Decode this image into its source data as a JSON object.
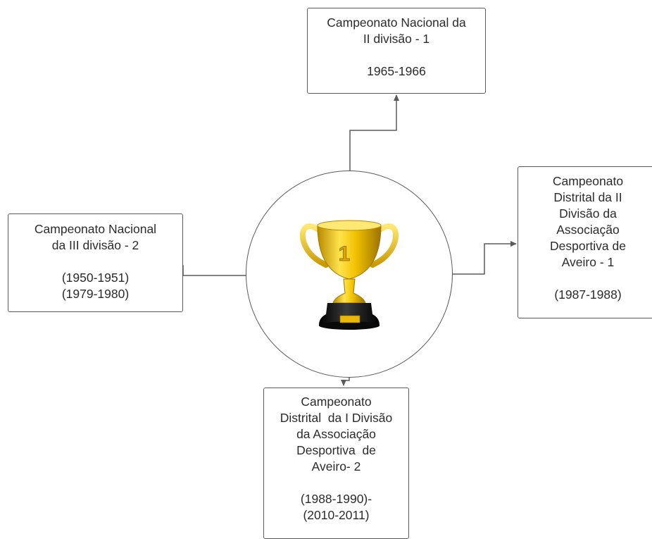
{
  "diagram": {
    "center": {
      "icon": "trophy-icon",
      "trophy_number": "1",
      "colors": {
        "gold": "#f2c200",
        "base": "#111111"
      }
    },
    "boxes": {
      "top": {
        "lines": [
          "Campeonato Nacional da",
          "II divisão - 1",
          "",
          "1965-1966"
        ]
      },
      "left": {
        "lines": [
          "Campeonato Nacional",
          "da III divisão - 2",
          "",
          "(1950-1951)",
          "(1979-1980)"
        ]
      },
      "right": {
        "lines": [
          "Campeonato",
          "Distrital da II",
          "Divisão da",
          "Associação",
          "Desportiva de",
          "Aveiro - 1",
          "",
          "(1987-1988)"
        ]
      },
      "bottom": {
        "lines": [
          "Campeonato",
          "Distrital  da I Divisão",
          "da Associação",
          "Desportiva  de",
          "Aveiro- 2",
          "",
          "(1988-1990)-",
          "(2010-2011)"
        ]
      }
    }
  }
}
